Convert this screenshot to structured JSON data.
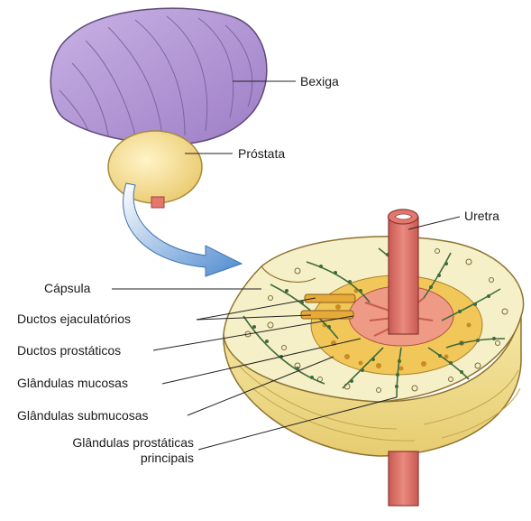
{
  "labels": {
    "bexiga": "Bexiga",
    "prostata": "Próstata",
    "uretra": "Uretra",
    "capsula": "Cápsula",
    "ductos_ejaculatorios": "Ductos ejaculatórios",
    "ductos_prostaticos": "Ductos prostáticos",
    "glandulas_mucosas": "Glândulas mucosas",
    "glandulas_submucosas": "Glândulas submucosas",
    "glandulas_principais_line1": "Glândulas prostáticas",
    "glandulas_principais_line2": "principais"
  },
  "colors": {
    "bladder": "#b89ad6",
    "prostate": "#f6dd8f",
    "urethra": "#e4786f",
    "capsule": "#f5eec0",
    "arrow": "#6fa3da",
    "gland_vessels": "#3f6b3a"
  }
}
